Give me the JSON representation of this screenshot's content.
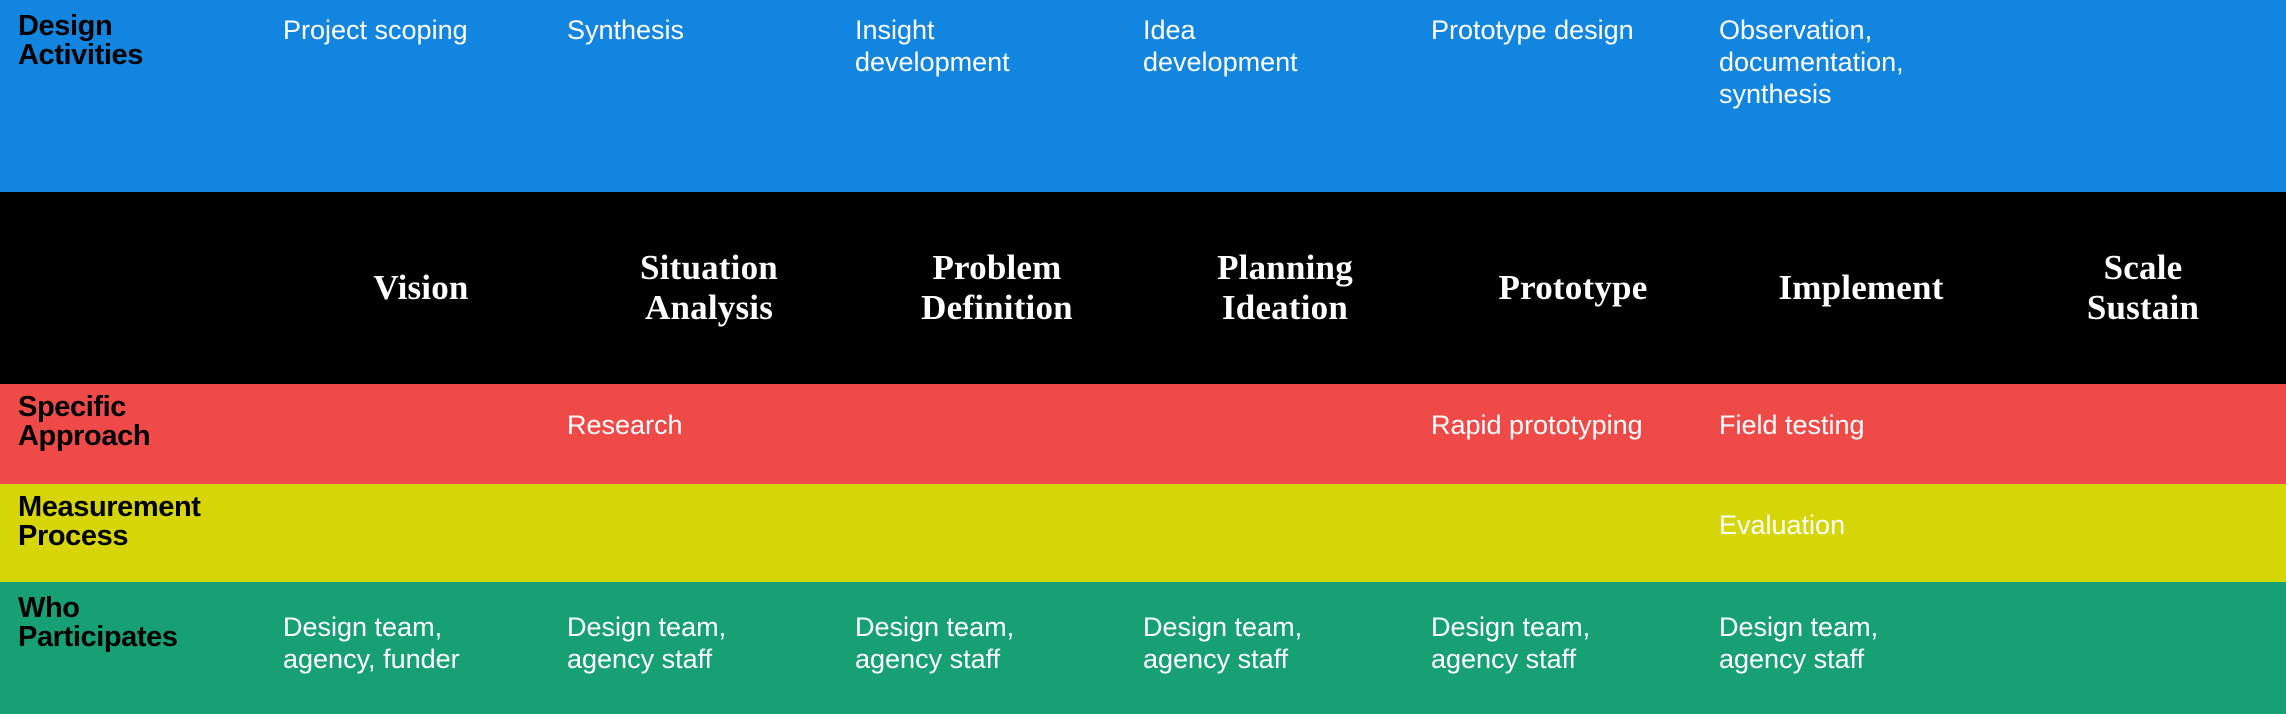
{
  "colors": {
    "design_activities_bg": "#1185e0",
    "phases_bg": "#000000",
    "specific_approach_bg": "#ef4a47",
    "measurement_bg": "#d6d607",
    "who_participates_bg": "#17a075",
    "label_text": "#000000",
    "cell_text": "#ffffff"
  },
  "rows": {
    "design_activities": {
      "label": "Design\nActivities",
      "cells": [
        "Project scoping",
        "Synthesis",
        "Insight\ndevelopment",
        "Idea\ndevelopment",
        "Prototype design",
        "Observation,\ndocumentation,\nsynthesis",
        ""
      ]
    },
    "phases": {
      "label": "",
      "cells": [
        "Vision",
        "Situation\nAnalysis",
        "Problem\nDefinition",
        "Planning\nIdeation",
        "Prototype",
        "Implement",
        "Scale\nSustain"
      ]
    },
    "specific_approach": {
      "label": "Specific\nApproach",
      "cells": [
        "",
        "Research",
        "",
        "",
        "Rapid prototyping",
        "Field testing",
        ""
      ]
    },
    "measurement_process": {
      "label": "Measurement\nProcess",
      "cells": [
        "",
        "",
        "",
        "",
        "",
        "Evaluation",
        ""
      ]
    },
    "who_participates": {
      "label": "Who\nParticipates",
      "cells": [
        "Design team,\nagency, funder",
        "Design team,\nagency staff",
        "Design team,\nagency staff",
        "Design team,\nagency staff",
        "Design team,\nagency staff",
        "Design team,\nagency staff",
        ""
      ]
    }
  }
}
